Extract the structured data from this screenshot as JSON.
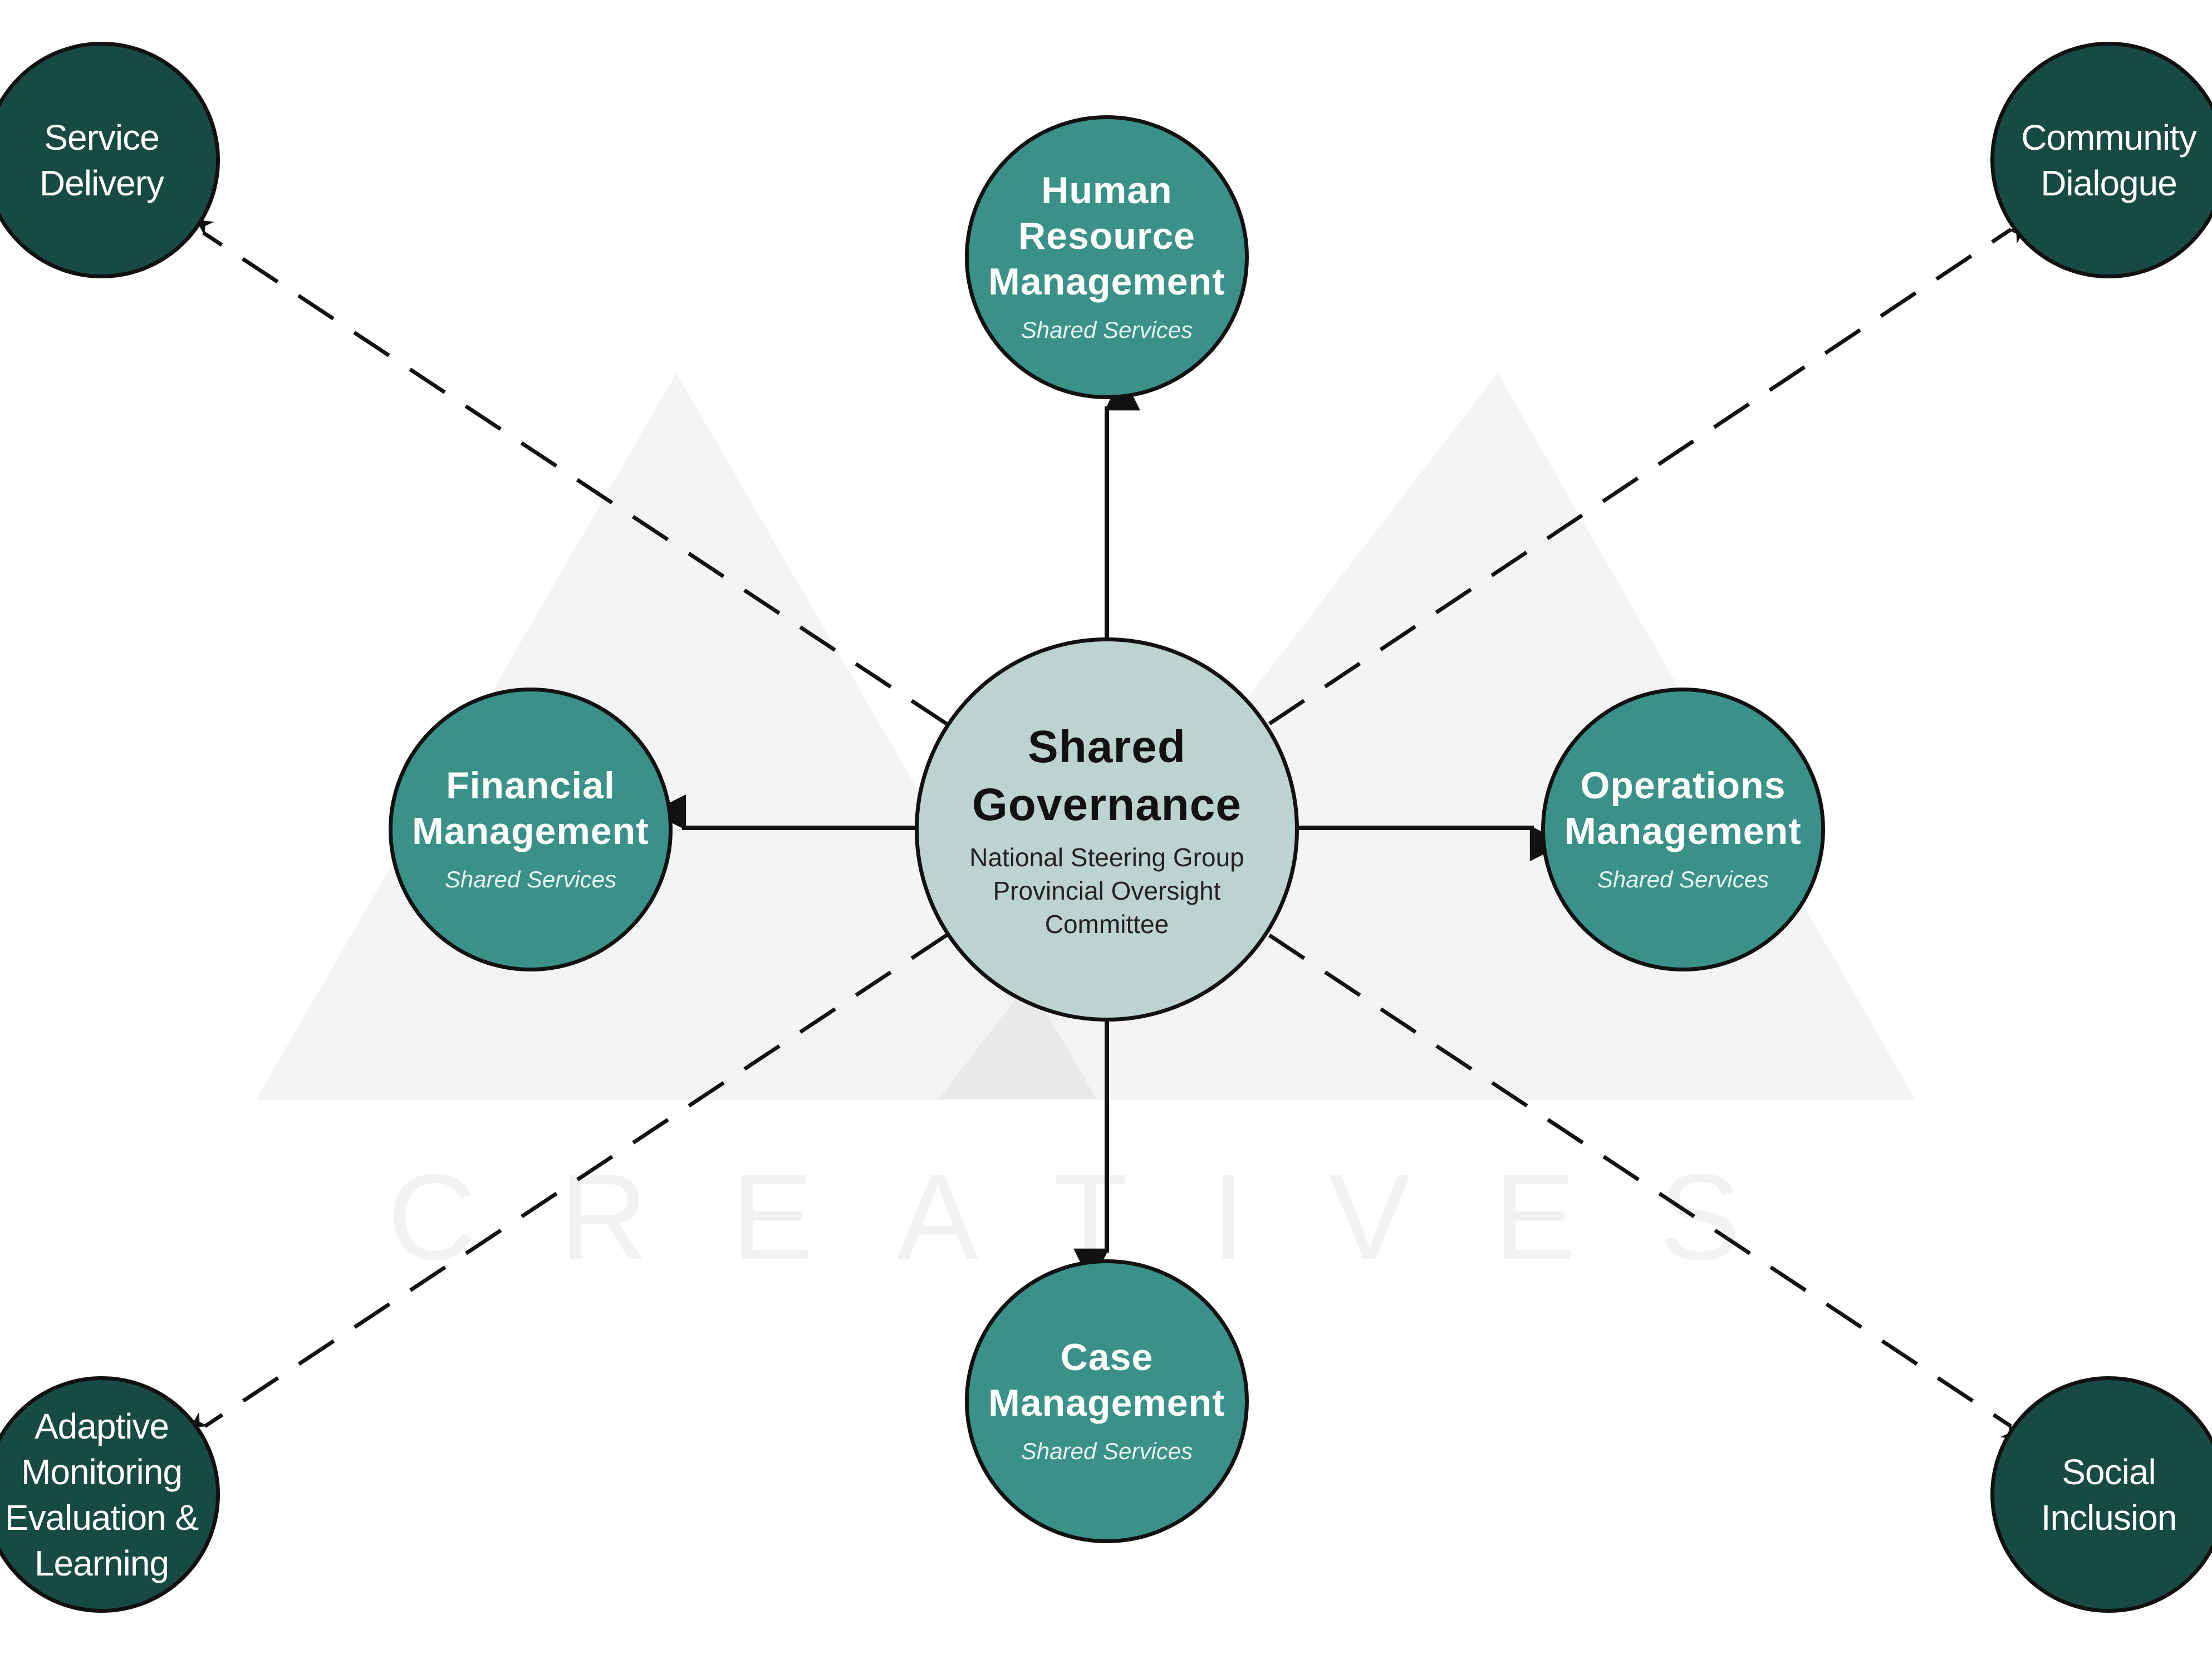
{
  "nodes": {
    "center": {
      "title": "Shared\nGovernance",
      "subtitle": "National Steering Group\nProvincial Oversight\nCommittee"
    },
    "hr": {
      "title": "Human\nResource\nManagement",
      "subtitle": "Shared Services"
    },
    "financial": {
      "title": "Financial\nManagement",
      "subtitle": "Shared Services"
    },
    "operations": {
      "title": "Operations\nManagement",
      "subtitle": "Shared Services"
    },
    "case": {
      "title": "Case\nManagement",
      "subtitle": "Shared Services"
    },
    "service": {
      "title": "Service\nDelivery"
    },
    "community": {
      "title": "Community\nDialogue"
    },
    "adaptive": {
      "title": "Adaptive\nMonitoring\nEvaluation &\nLearning"
    },
    "social": {
      "title": "Social\nInclusion"
    }
  },
  "watermark": {
    "text": "CREATIVES"
  },
  "colors": {
    "dark_node": "#174a42",
    "teal_node": "#3a9188",
    "center_node": "#bdd3d0",
    "lines": "#111111"
  }
}
